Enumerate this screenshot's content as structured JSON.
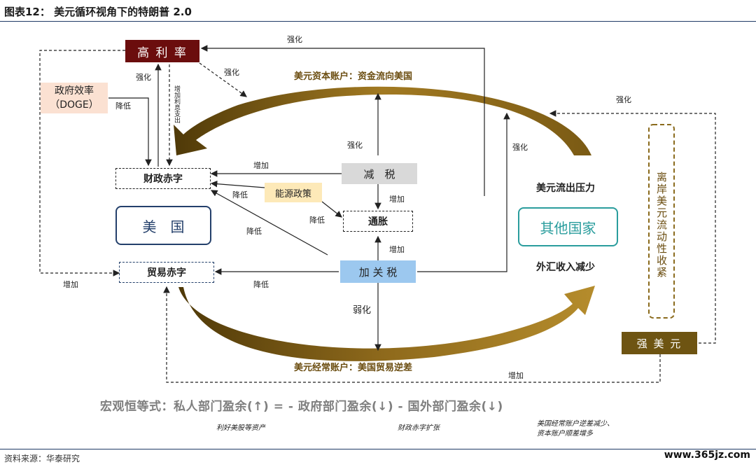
{
  "title": "图表12：  美元循环视角下的特朗普 2.0",
  "nodes": {
    "high_rate": "高 利 率",
    "doge": "政府效率\n（DOGE）",
    "fiscal_deficit": "财政赤字",
    "usa": "美　国",
    "trade_deficit": "贸易赤字",
    "tax_cut": "减　税",
    "energy_policy": "能源政策",
    "inflation": "通胀",
    "tariff": "加 关 税",
    "other_countries": "其他国家",
    "strong_usd": "强 美 元",
    "offshore_liquidity": "离岸美元流动性收紧"
  },
  "labels": {
    "capital_account": "美元资本账户：资金流向美国",
    "current_account": "美元经常账户：美国贸易逆差",
    "usd_outflow_pressure": "美元流出压力",
    "fx_income_decrease": "外汇收入减少",
    "strengthen_top": "强化",
    "strengthen_highrate_left": "强化",
    "strengthen_diag": "强化",
    "strengthen_taxcut": "强化",
    "strengthen_right": "强化",
    "strengthen_far_right": "强化",
    "increase_interest": "增加利息支出",
    "lower_doge": "降低",
    "increase_fiscal": "增加",
    "lower_energy": "降低",
    "lower_tariff_fiscal": "降低",
    "lower_energy_inflation": "降低",
    "increase_taxcut_inflation": "增加",
    "increase_tariff_inflation": "增加",
    "lower_trade": "降低",
    "weaken": "弱化",
    "increase_left": "增加",
    "increase_bottom": "增加"
  },
  "identity": {
    "equation": "宏观恒等式：私人部门盈余(↑) = - 政府部门盈余(↓) - 国外部门盈余(↓)",
    "note_private": "利好美股等资产",
    "note_gov": "财政赤字扩张",
    "note_foreign_1": "美国经常账户逆差减少、",
    "note_foreign_2": "资本账户顺差增多"
  },
  "source": "资料来源：华泰研究",
  "watermark": "www.365jz.com",
  "colors": {
    "dark_red": "#6b0d0d",
    "gold_dark": "#6b4d10",
    "gold_light": "#b98f2a",
    "teal": "#2a9d9d",
    "navy": "#24406b",
    "gray_box": "#d9d9d9",
    "energy_box": "#fde9b8",
    "tariff_box": "#9cc8ef",
    "doge_box": "#fbe1d2",
    "strong_usd_box": "#6e5412"
  }
}
